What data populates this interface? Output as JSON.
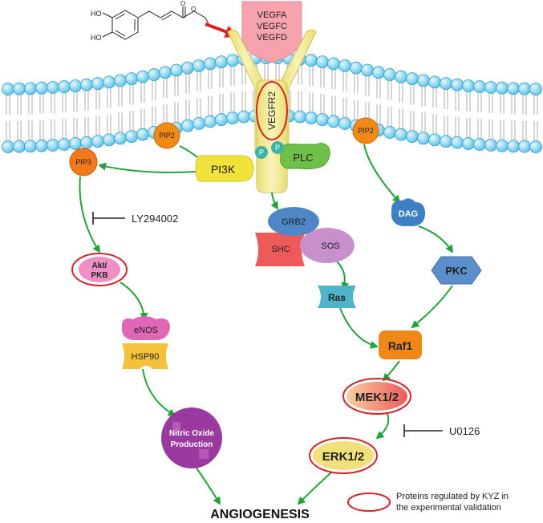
{
  "receptor": {
    "ligands": [
      "VEGFA",
      "VEGFC",
      "VEGFD"
    ],
    "name": "VEGFR2",
    "phospho_label": "P"
  },
  "molecules": {
    "pip2_left": "PIP2",
    "pip2_right": "PIP2",
    "pip3": "PIP3",
    "pi3k": "PI3K",
    "plc": "PLC",
    "grb2": "GRB2",
    "shc": "SHC",
    "sos": "SOS",
    "ras": "Ras",
    "dag": "DAG",
    "pkc": "PKC",
    "raf1": "Raf1",
    "mek": "MEK1/2",
    "erk": "ERK1/2",
    "akt_line1": "Akt/",
    "akt_line2": "PKB",
    "enos": "eNOS",
    "hsp90": "HSP90",
    "no_line1": "Nitric Oxide",
    "no_line2": "Production"
  },
  "inhibitors": {
    "ly": "LY294002",
    "u0126": "U0126"
  },
  "compound": {
    "ho_top": "HO",
    "ho_bottom": "HO"
  },
  "outcome": "ANGIOGENESIS",
  "legend": {
    "line1": "Proteins regulated by KYZ in",
    "line2": "the experimental validation"
  },
  "colors": {
    "membrane_head": "#7dd0ec",
    "membrane_head_stroke": "#2a9fcf",
    "arrow": "#22a33a",
    "highlight": "#d8232a",
    "receptor": "#f3ec9a",
    "ligand": "#f7a3ae",
    "pip": "#f08a16",
    "pi3k": "#f2e23c",
    "plc": "#6fc048",
    "grb2": "#4e86c6",
    "shc": "#ee5a5a",
    "sos": "#c890cc",
    "ras": "#4fb4c8",
    "dag": "#3f7fc4",
    "pkc": "#5b8fcb",
    "raf1": "#f08818",
    "mek": "#f0a080",
    "erk": "#f2e07a",
    "akt": "#ee90c6",
    "enos": "#e067b6",
    "hsp90": "#f4c23a",
    "no": "#9a3aa0",
    "phospho": "#3bb3a8",
    "red_arrow": "#e02020"
  }
}
